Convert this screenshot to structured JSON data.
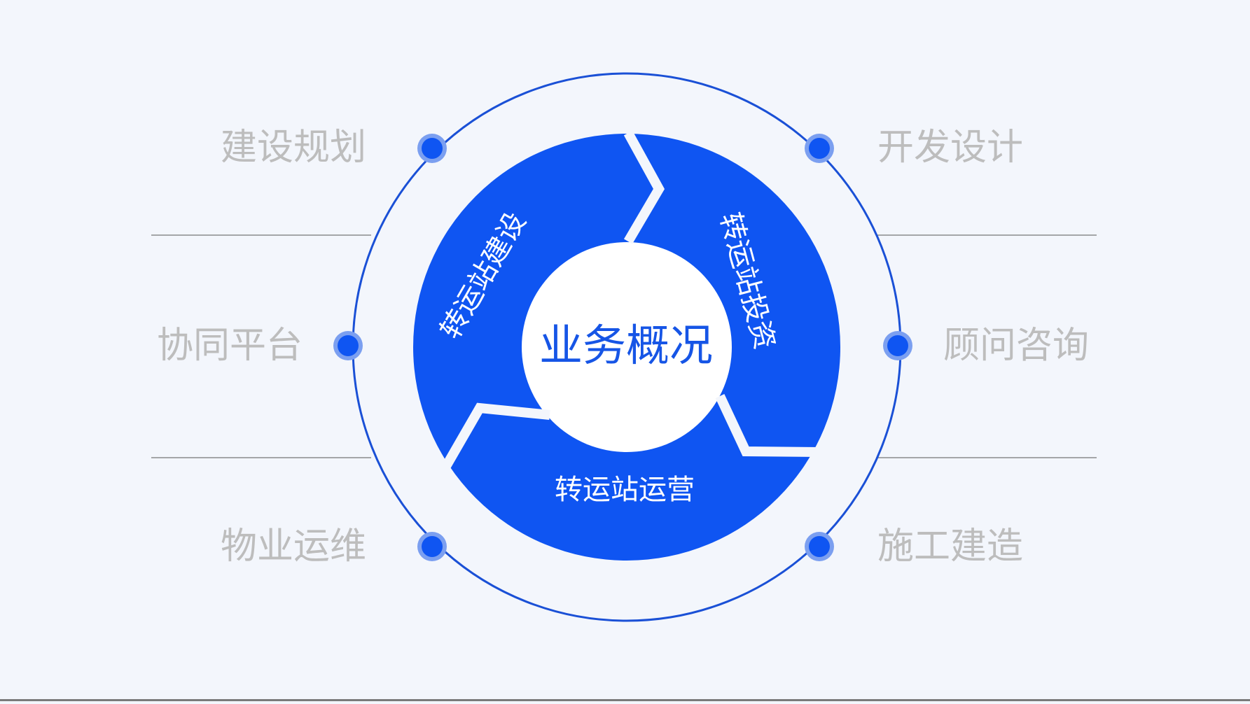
{
  "center": {
    "title": "业务概况"
  },
  "segments": [
    {
      "label": "转运站建设"
    },
    {
      "label": "转运站投资"
    },
    {
      "label": "转运站运营"
    }
  ],
  "outer_labels": {
    "left": [
      "建设规划",
      "协同平台",
      "物业运维"
    ],
    "right": [
      "开发设计",
      "顾问咨询",
      "施工建造"
    ]
  },
  "colors": {
    "primary": "#0f55f2",
    "ring": "#1a50d6",
    "label_text": "#bdbdbd",
    "background": "#f3f6fc"
  }
}
